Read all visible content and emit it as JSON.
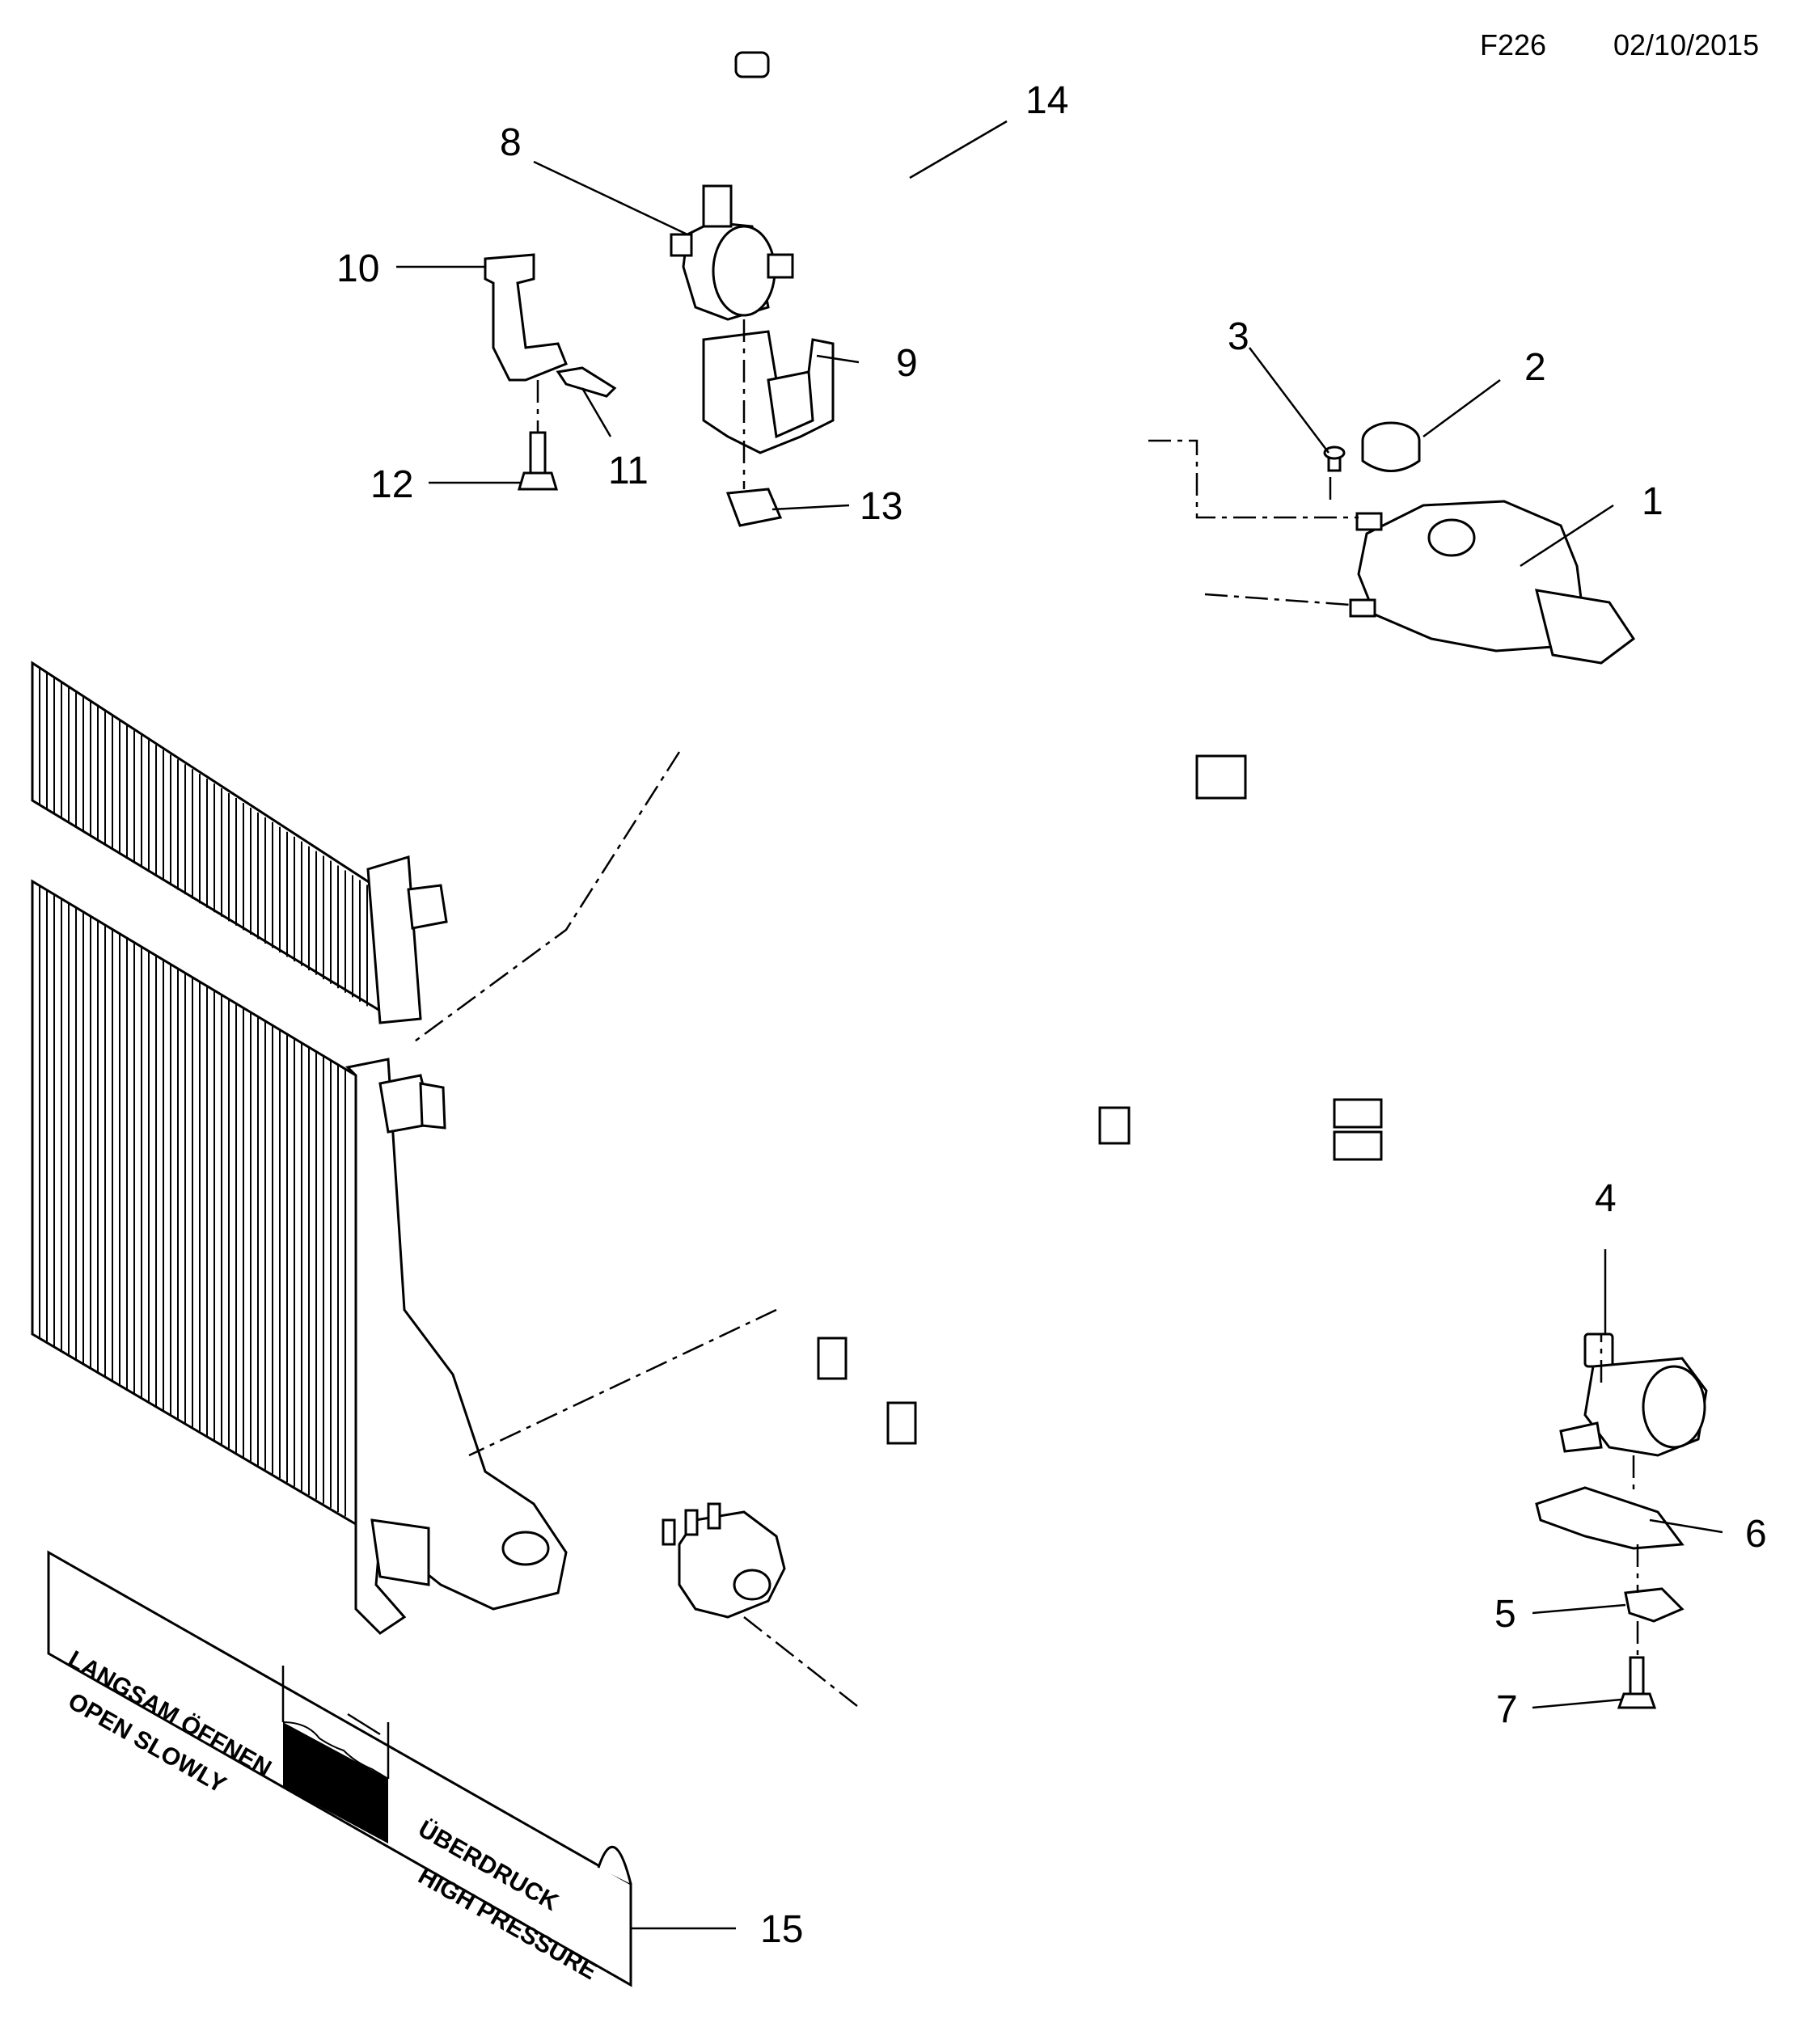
{
  "header": {
    "code": "F226",
    "date": "02/10/2015"
  },
  "callouts": {
    "c1": "1",
    "c2": "2",
    "c3": "3",
    "c4": "4",
    "c5": "5",
    "c6": "6",
    "c7": "7",
    "c8": "8",
    "c9": "9",
    "c10": "10",
    "c11": "11",
    "c12": "12",
    "c13": "13",
    "c14": "14",
    "c15": "15"
  },
  "label": {
    "line1": "LANGSAM ÖFFNEN",
    "line2": "OPEN SLOWLY",
    "line3": "ÜBERDRUCK",
    "line4": "HIGH PRESSURE"
  }
}
